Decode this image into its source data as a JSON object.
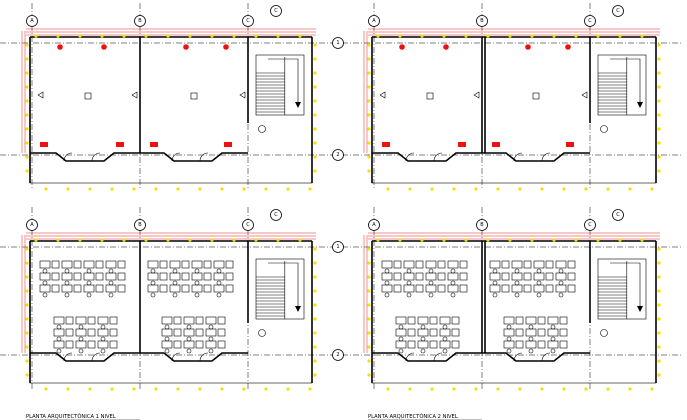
{
  "colors": {
    "wall": "#000000",
    "dimension": "#dd2222",
    "marker": "#f2e200",
    "fixture": "#e11111"
  },
  "axes": {
    "letters": [
      "A",
      "B",
      "C"
    ],
    "numbers": [
      "1",
      "2"
    ]
  },
  "plans": [
    {
      "id": "tl",
      "furnished": false,
      "doubled_wall": false,
      "label": ""
    },
    {
      "id": "tr",
      "furnished": false,
      "doubled_wall": true,
      "label": ""
    },
    {
      "id": "bl",
      "furnished": true,
      "doubled_wall": false,
      "label": "PLANTA ARQUITECTÓNICA 1 NIVEL"
    },
    {
      "id": "br",
      "furnished": true,
      "doubled_wall": true,
      "label": "PLANTA ARQUITECTÓNICA 2 NIVEL"
    }
  ]
}
